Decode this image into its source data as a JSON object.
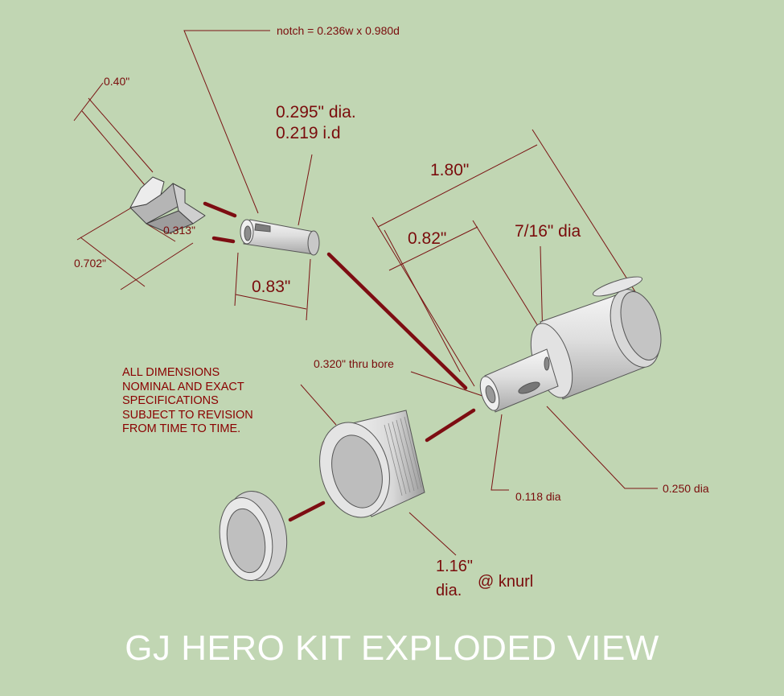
{
  "title": "GJ HERO KIT EXPLODED VIEW",
  "note": {
    "lines": [
      "ALL DIMENSIONS",
      "NOMINAL AND EXACT",
      "SPECIFICATIONS",
      "SUBJECT TO REVISION",
      "FROM TIME TO TIME."
    ]
  },
  "dimensions": {
    "notch": "notch = 0.236w x 0.980d",
    "block_width": "0.40\"",
    "block_inner": "0.313\"",
    "block_length": "0.702\"",
    "tube_dia": "0.295\" dia.",
    "tube_id": "0.219 i.d",
    "tube_length": "0.83\"",
    "body_length": "1.80\"",
    "shaft_length": "0.82\"",
    "head_dia": "7/16\" dia",
    "bore": "0.320\" thru bore",
    "pin_dia": "0.118 dia",
    "hole_dia": "0.250 dia",
    "knurl_dia_value": "1.16\"",
    "knurl_dia_word": "dia.",
    "knurl_at": "@ knurl"
  },
  "colors": {
    "background": "#c1d6b3",
    "dimension_text": "#7a0c0c",
    "assembly_line": "#7d0d12",
    "part_fill": "#dcdcdc",
    "title_text": "#ffffff"
  }
}
